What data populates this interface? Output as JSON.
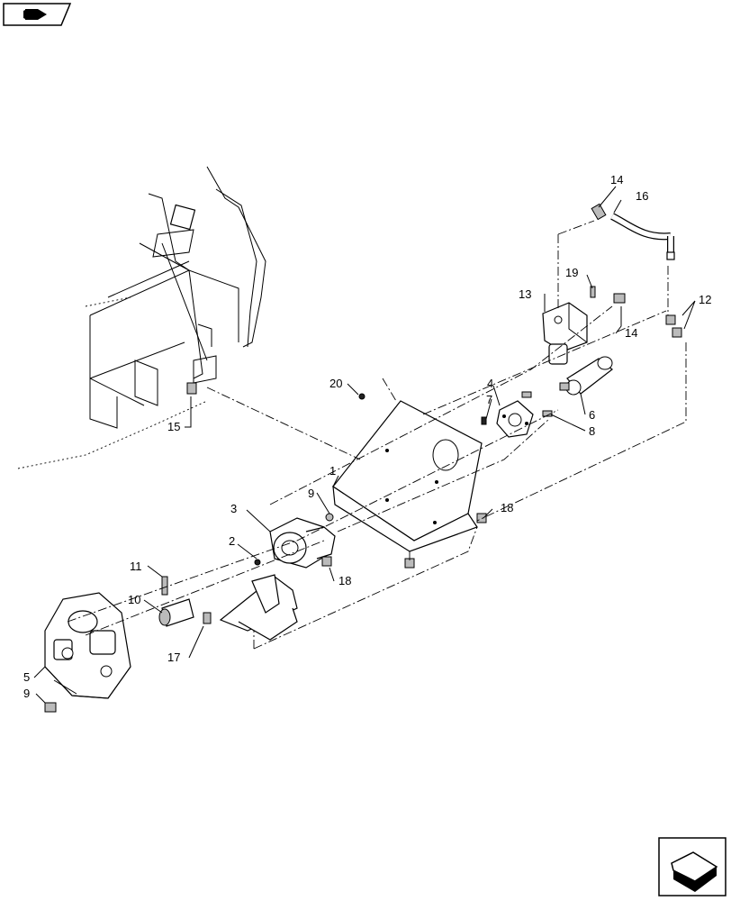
{
  "icons": {
    "top_left": "book-arrow-icon",
    "bottom_right": "next-page-arrow-icon"
  },
  "callouts": {
    "c1": "1",
    "c2": "2",
    "c3": "3",
    "c4": "4",
    "c5": "5",
    "c6": "6",
    "c7": "7",
    "c8": "8",
    "c9a": "9",
    "c9b": "9",
    "c10": "10",
    "c11": "11",
    "c12": "12",
    "c13": "13",
    "c14a": "14",
    "c14b": "14",
    "c15": "15",
    "c16": "16",
    "c17": "17",
    "c18a": "18",
    "c18b": "18",
    "c19": "19",
    "c20": "20"
  }
}
